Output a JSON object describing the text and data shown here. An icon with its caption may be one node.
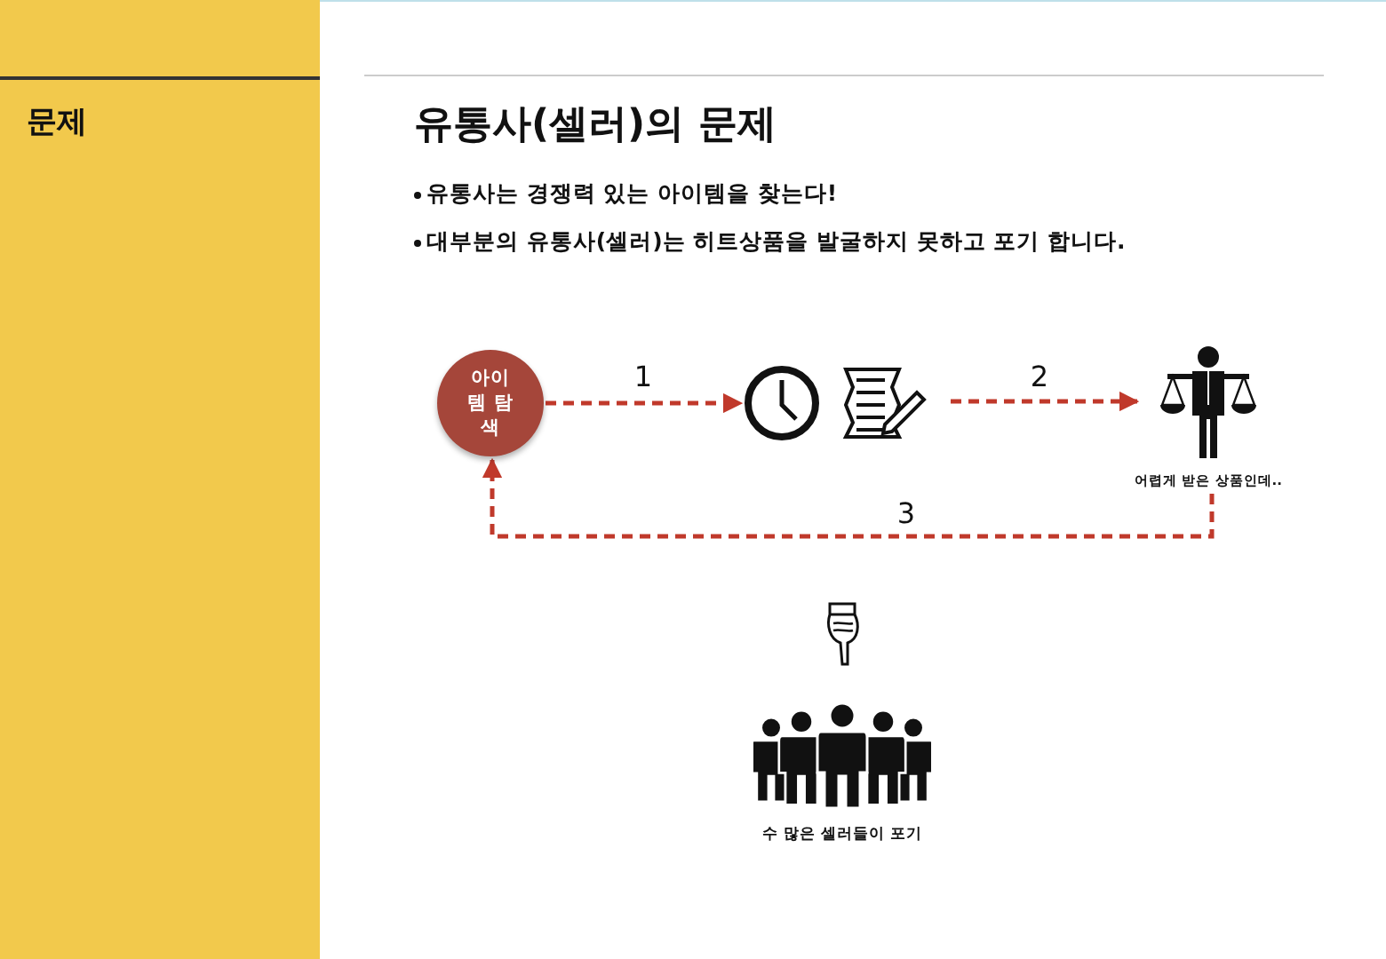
{
  "diagram": {
    "title": "유통사(셀러)의 문제",
    "nodes": [
      {
        "text": [
          "아이템 탐색"
        ]
      },
      {
        "text": [],
        "shape": "picture"
      },
      {
        "text": [],
        "shape": "picture",
        "beside": [
          "어렵게 받은 상품인데.."
        ]
      }
    ],
    "edges": [
      {
        "from": 0,
        "to": 1,
        "arrow": "to",
        "label": "1",
        "style": "dashed"
      },
      {
        "from": 1,
        "to": 2,
        "arrow": "to",
        "label": "2",
        "style": "dashed"
      },
      {
        "from": 2,
        "to": 0,
        "arrow": "to",
        "label": "3",
        "style": "dashed"
      }
    ],
    "labels": [
      "문제",
      "유통사는 경쟁력 있는 아이템을 찾는다!",
      "대부분의 유통사(셀러)는 히트상품을 발굴하지 못하고 포기 합니다.",
      "수 많은 셀러들이 포기"
    ]
  }
}
